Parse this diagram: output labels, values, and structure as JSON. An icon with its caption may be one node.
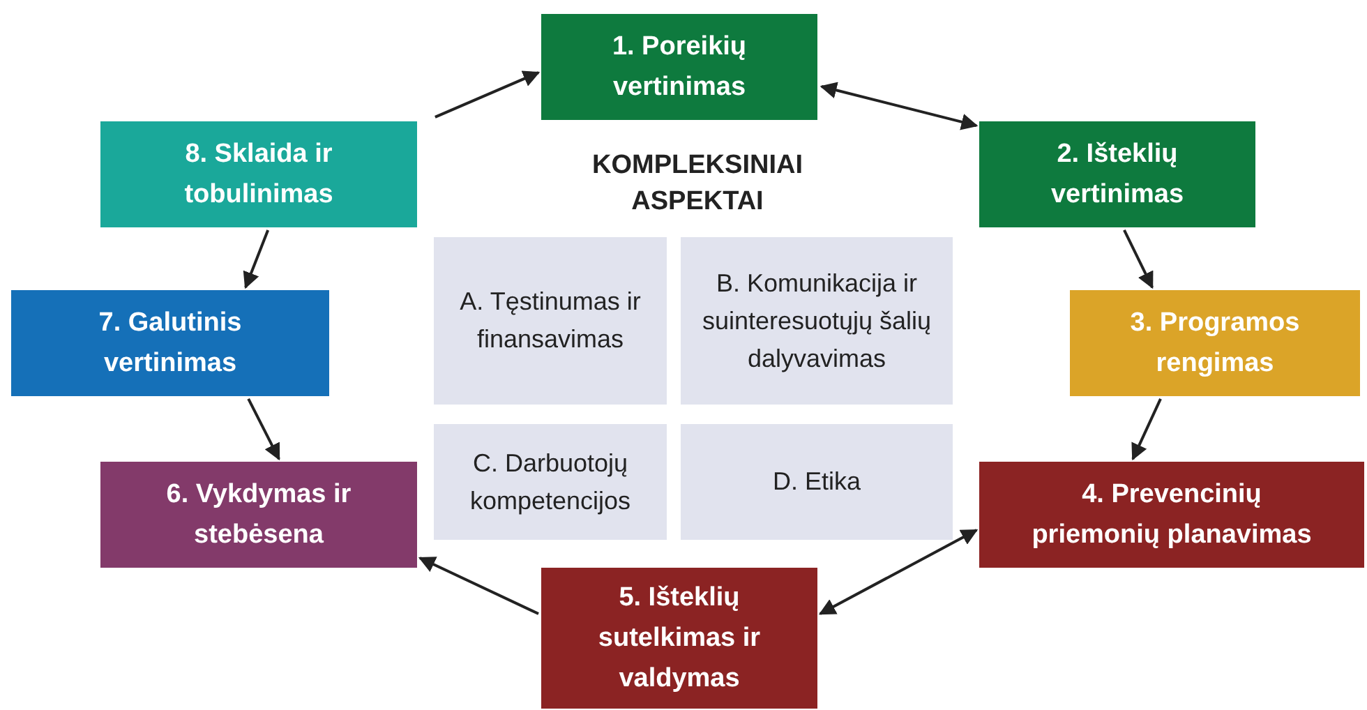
{
  "diagram": {
    "nodes": [
      {
        "text": [
          "1. Poreikių vertinimas"
        ]
      },
      {
        "text": [
          "2. Išteklių vertinimas"
        ]
      },
      {
        "text": [
          "3. Programos rengimas"
        ]
      },
      {
        "text": [
          "4. Prevencinių priemonių planavimas"
        ]
      },
      {
        "text": [
          "5. Išteklių sutelkimas ir valdymas"
        ]
      },
      {
        "text": [
          "6. Vykdymas ir stebėsena"
        ]
      },
      {
        "text": [
          "7. Galutinis vertinimas"
        ]
      },
      {
        "text": [
          "8. Sklaida ir tobulinimas"
        ]
      },
      {
        "text": [
          "A. Tęstinumas ir finansavimas"
        ]
      },
      {
        "text": [
          "B. Komunikacija ir suinteresuotųjų šalių dalyvavimas"
        ]
      },
      {
        "text": [
          "C. Darbuotojų kompetencijos"
        ]
      },
      {
        "text": [
          "D. Etika"
        ]
      }
    ],
    "edges": [
      {
        "from": 7,
        "to": 0,
        "arrow": "to"
      },
      {
        "from": 0,
        "to": 1,
        "arrow": "both"
      },
      {
        "from": 1,
        "to": 2,
        "arrow": "to"
      },
      {
        "from": 2,
        "to": 3,
        "arrow": "to"
      },
      {
        "from": 3,
        "to": 4,
        "arrow": "both"
      },
      {
        "from": 4,
        "to": 5,
        "arrow": "to"
      },
      {
        "from": 6,
        "to": 5,
        "arrow": "to"
      },
      {
        "from": 7,
        "to": 6,
        "arrow": "to"
      }
    ],
    "labels": [
      "KOMPLEKSINIAI ASPEKTAI"
    ]
  }
}
